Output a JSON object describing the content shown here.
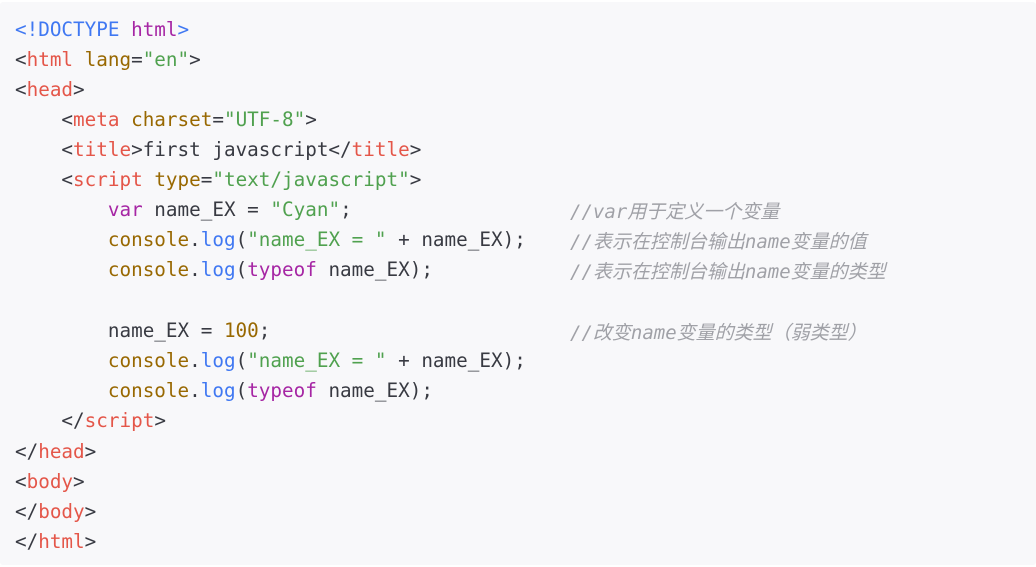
{
  "document": {
    "language": "html",
    "colors": {
      "background": "#f8f8fa",
      "tag": "#e45649",
      "attribute": "#986801",
      "string": "#50a14f",
      "keyword": "#a626a4",
      "function": "#4078f2",
      "comment": "#a0a1a7",
      "plain": "#383a42"
    },
    "lines": [
      {
        "tokens": [
          "<!",
          "DOCTYPE",
          " ",
          "html",
          ">"
        ]
      },
      {
        "tokens": [
          "<",
          "html",
          " ",
          "lang",
          "=",
          "\"en\"",
          ">"
        ]
      },
      {
        "tokens": [
          "<",
          "head",
          ">"
        ]
      },
      {
        "tokens": [
          "    <",
          "meta",
          " ",
          "charset",
          "=",
          "\"UTF-8\"",
          ">"
        ]
      },
      {
        "tokens": [
          "    <",
          "title",
          ">first javascript</",
          "title",
          ">"
        ]
      },
      {
        "tokens": [
          "    <",
          "script",
          " ",
          "type",
          "=",
          "\"text/javascript\"",
          ">"
        ]
      },
      {
        "tokens": [
          "        ",
          "var",
          " name_EX = ",
          "\"Cyan\"",
          ";"
        ],
        "comment": "//var用于定义一个变量"
      },
      {
        "tokens": [
          "        ",
          "console",
          ".",
          "log",
          "(",
          "\"name_EX = \"",
          " + name_EX);"
        ],
        "comment": "//表示在控制台输出name变量的值"
      },
      {
        "tokens": [
          "        ",
          "console",
          ".",
          "log",
          "(",
          "typeof",
          " name_EX);"
        ],
        "comment": "//表示在控制台输出name变量的类型"
      },
      {
        "tokens": [
          ""
        ]
      },
      {
        "tokens": [
          "        name_EX = ",
          "100",
          ";"
        ],
        "comment": "//改变name变量的类型（弱类型）"
      },
      {
        "tokens": [
          "        ",
          "console",
          ".",
          "log",
          "(",
          "\"name_EX = \"",
          " + name_EX);"
        ]
      },
      {
        "tokens": [
          "        ",
          "console",
          ".",
          "log",
          "(",
          "typeof",
          " name_EX);"
        ]
      },
      {
        "tokens": [
          "    </",
          "script",
          ">"
        ]
      },
      {
        "tokens": [
          "</",
          "head",
          ">"
        ]
      },
      {
        "tokens": [
          "<",
          "body",
          ">"
        ]
      },
      {
        "tokens": [
          "</",
          "body",
          ">"
        ]
      },
      {
        "tokens": [
          "</",
          "html",
          ">"
        ]
      }
    ]
  }
}
